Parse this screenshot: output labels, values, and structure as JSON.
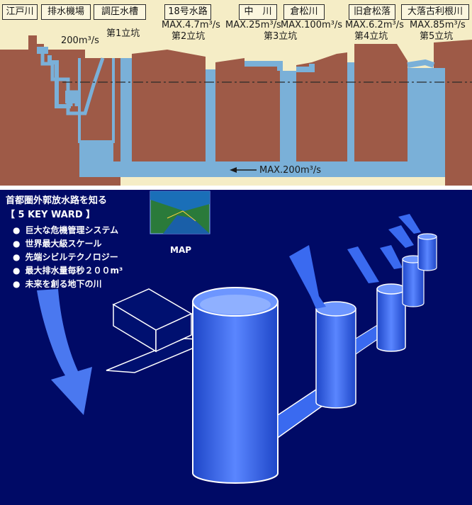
{
  "header_labels": [
    "江戸川",
    "排水機場",
    "調圧水槽",
    "18号水路",
    "中　川",
    "倉松川",
    "旧倉松落",
    "大落古利根川"
  ],
  "flow_labels": {
    "pump": "200m³/s",
    "route18": "MAX.4.7m³/s",
    "nakagawa": "MAX.25m³/s",
    "kuramatsu": "MAX.100m³/s",
    "kyu_kuramatsu": "MAX.6.2m³/s",
    "otoshi": "MAX.85m³/s",
    "tunnel": "MAX.200m³/s"
  },
  "shaft_labels": [
    "第1立坑",
    "第2立坑",
    "第3立坑",
    "第4立坑",
    "第5立坑"
  ],
  "panel2": {
    "title": "首都圏外郭放水路を知る",
    "subtitle": "【 5 KEY WARD 】",
    "bullets": [
      "巨大な危機管理システム",
      "世界最大級スケール",
      "先端シビルテクノロジー",
      "最大排水量毎秒２００m³",
      "未来を創る地下の川"
    ],
    "map_label": "MAP"
  },
  "colors": {
    "soil": "#9e5a47",
    "water": "#7ab0d8",
    "sky": "#f5edc6",
    "navy": "#000a66",
    "shaft": "#3a6af0"
  }
}
